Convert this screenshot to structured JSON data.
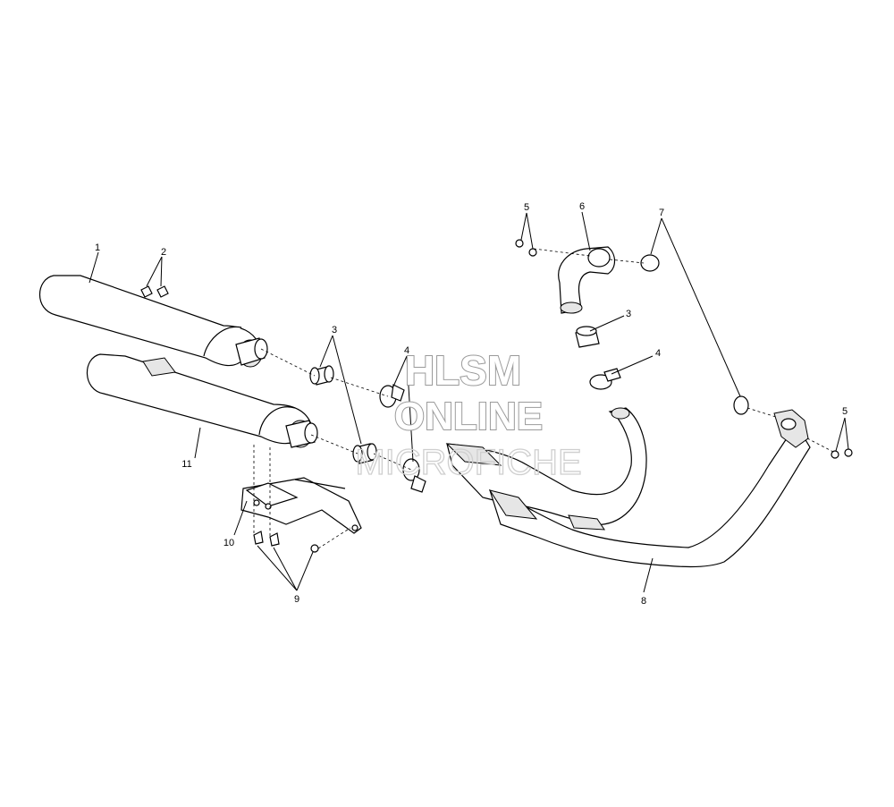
{
  "callouts": [
    "1",
    "2",
    "3",
    "4",
    "5",
    "6",
    "7",
    "3",
    "4",
    "5",
    "11",
    "10",
    "9",
    "8"
  ],
  "watermark": {
    "line1": "HLSM",
    "line2": "ONLINE",
    "line3": "MICROFICHE"
  }
}
